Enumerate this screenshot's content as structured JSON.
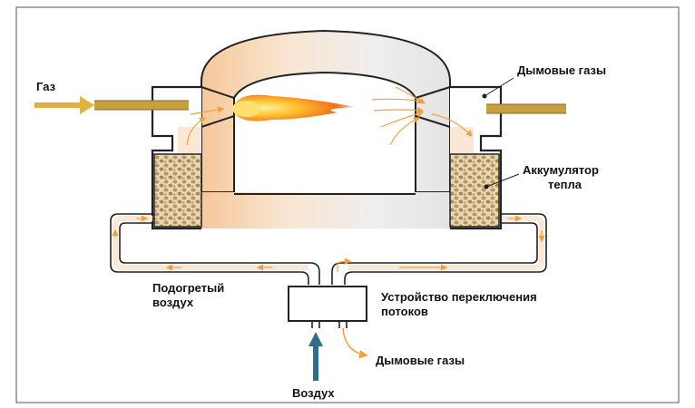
{
  "labels": {
    "gas_in": "Газ",
    "flue_gas_top": "Дымовые газы",
    "heat_accumulator_1": "Аккумулятор",
    "heat_accumulator_2": "тепла",
    "preheated_air_1": "Подогретый",
    "preheated_air_2": "воздух",
    "flow_switch_1": "Устройство переключения",
    "flow_switch_2": "потоков",
    "air_in": "Воздух",
    "flue_gas_out": "Дымовые газы"
  },
  "colors": {
    "outline": "#222222",
    "gas_pipe": "#c8a040",
    "gas_arrow": "#e0b040",
    "flame_outer": "#f08020",
    "flame_inner": "#ffd040",
    "flow_hot": "#f0a040",
    "refractory": "#f4dcc0",
    "regenerator": "#d8c098",
    "air_arrow": "#2e6f8e"
  }
}
